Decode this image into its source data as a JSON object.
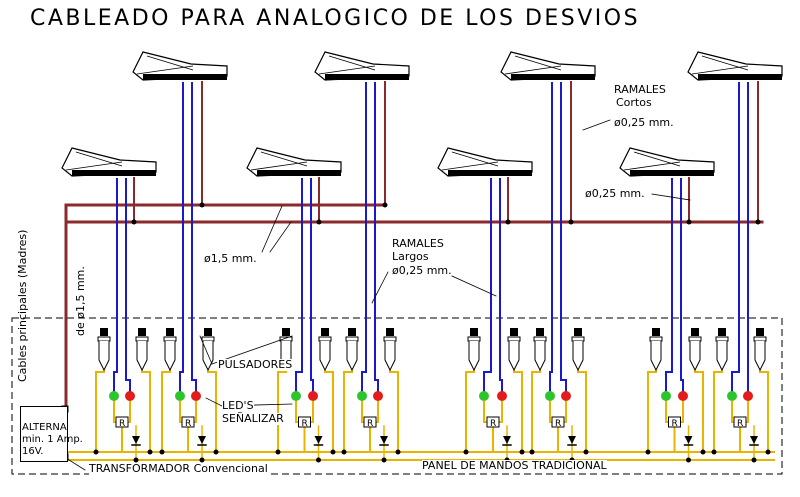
{
  "title": "CABLEADO PARA ANALOGICO DE LOS DESVIOS",
  "labels": {
    "ramales_cortos_1": "RAMALES",
    "ramales_cortos_2": "Cortos",
    "diam_025_a": "ø0,25 mm.",
    "diam_025_b": "ø0,25 mm.",
    "diam_15": "ø1,5 mm.",
    "ramales_largos_1": "RAMALES",
    "ramales_largos_2": "Largos",
    "diam_025_c": "ø0,25 mm.",
    "cables_principales": "Cables principales (Madres)",
    "de_diam": "de ø1,5 mm.",
    "pulsadores": "PULSADORES",
    "leds_1": "LED'S",
    "leds_2": "SEÑALIZAR",
    "transformador": "TRANSFORMADOR Convencional",
    "panel": "PANEL DE MANDOS TRADICIONAL",
    "trafo_1": "ALTERNA",
    "trafo_2": "min. 1 Amp.",
    "trafo_3": "16V.",
    "resistor": "R"
  },
  "colors": {
    "blue_wire": "#1a1acc",
    "brown_wire": "#8b2a2a",
    "yellow_wire": "#e8b400",
    "green_led": "#2ec42e",
    "red_led": "#e41b1b"
  },
  "components": {
    "turnouts": 8,
    "panel_groups": 8,
    "switches_per_group": 2
  }
}
